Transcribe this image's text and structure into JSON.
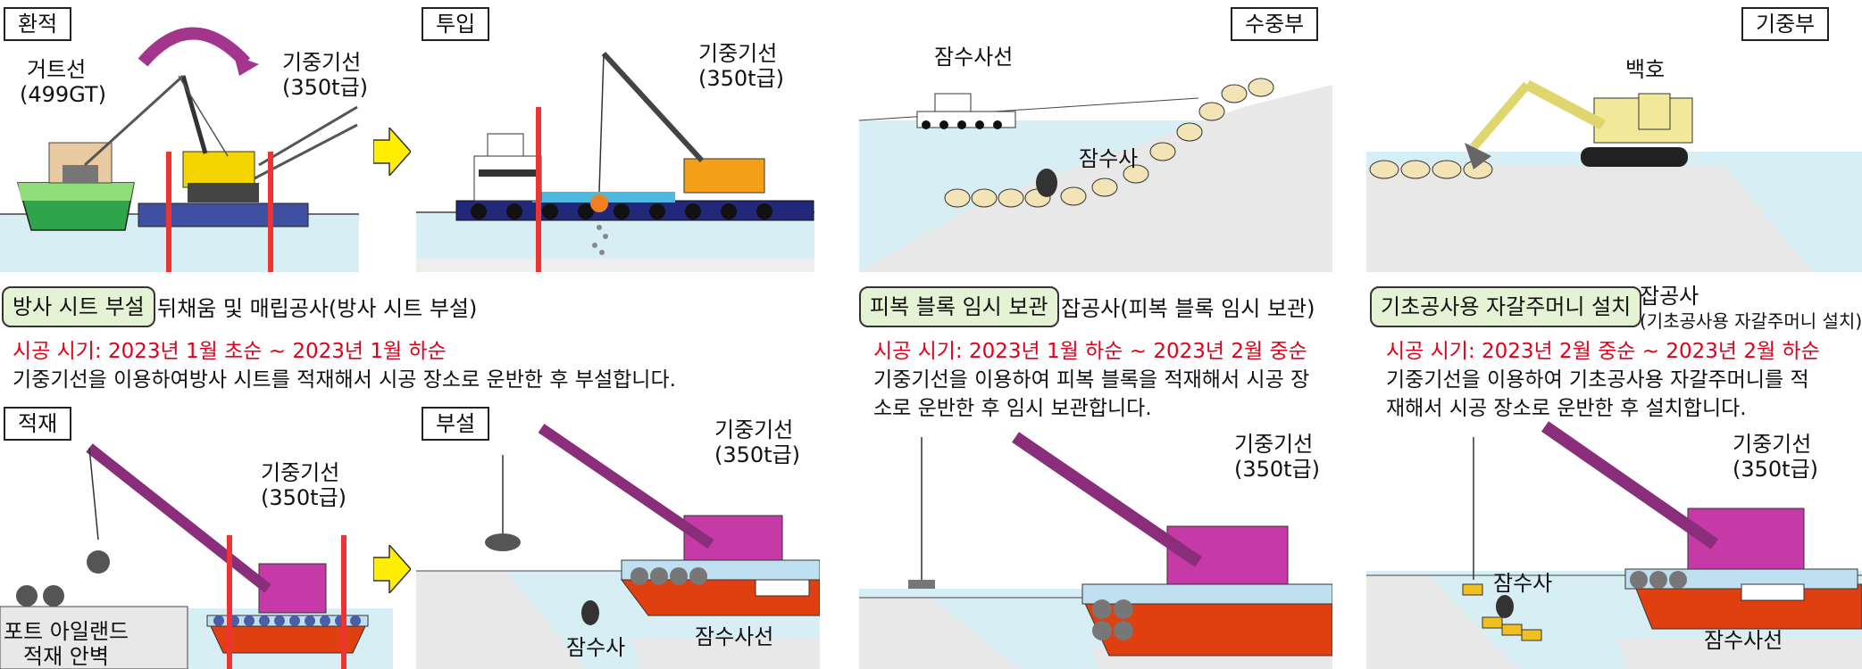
{
  "panels": {
    "p1": {
      "tag": "환적",
      "tug_label": "거트선",
      "tug_sub": "(499GT)",
      "crane_label": "기중기선",
      "crane_sub": "(350t급)"
    },
    "p2": {
      "tag": "투입",
      "crane_label": "기중기선",
      "crane_sub": "(350t급)"
    },
    "p3": {
      "tag": "수중부",
      "boat_label": "잠수사선",
      "diver_label": "잠수사"
    },
    "p4": {
      "tag": "기중부",
      "excavator_label": "백호"
    },
    "p5": {
      "tag": "적재",
      "crane_label": "기중기선",
      "crane_sub": "(350t급)",
      "port_label": "포트 아일랜드",
      "port_sub": "적재 안벽"
    },
    "p6": {
      "tag": "부설",
      "crane_label": "기중기선",
      "crane_sub": "(350t급)",
      "diver_label": "잠수사",
      "boat_label": "잠수사선"
    },
    "p7": {
      "crane_label": "기중기선",
      "crane_sub": "(350t급)"
    },
    "p8": {
      "crane_label": "기중기선",
      "crane_sub": "(350t급)",
      "diver_label": "잠수사",
      "boat_label": "잠수사선"
    }
  },
  "sections": [
    {
      "pill": "방사 시트 부설",
      "title": "뒤채움 및 매립공사(방사 시트 부설)",
      "period": "시공 시기: 2023년 1월 초순 ~ 2023년 1월 하순",
      "desc": "기중기선을 이용하여방사 시트를 적재해서 시공 장소로 운반한 후 부설합니다."
    },
    {
      "pill": "피복 블록 임시 보관",
      "title": "잡공사(피복 블록 임시 보관)",
      "period": "시공 시기: 2023년 1월 하순 ~ 2023년 2월 중순",
      "desc": "기중기선을 이용하여 피복 블록을 적재해서 시공 장소로 운반한 후 임시 보관합니다."
    },
    {
      "pill": "기초공사용 자갈주머니 설치",
      "title": "잡공사",
      "title_sub": "(기초공사용 자갈주머니 설치)",
      "period": "시공 시기: 2023년 2월 중순 ~ 2023년 2월 하순",
      "desc": "기중기선을 이용하여 기초공사용 자갈주머니를 적재해서 시공 장소로 운반한 후 설치합니다."
    }
  ],
  "colors": {
    "water": "#d8eef5",
    "crane_magenta": "#b0309a",
    "crane_yellow": "#f5d400",
    "hull_red": "#e04010",
    "hull_blue": "#3050a0",
    "arrow_yellow": "#ffee00",
    "period_red": "#e0001a",
    "pill_green": "#e3f3d4"
  }
}
